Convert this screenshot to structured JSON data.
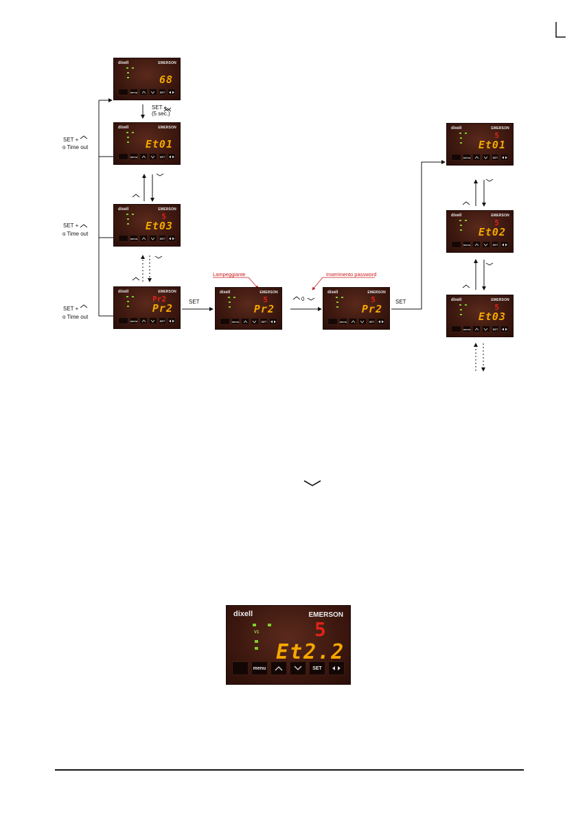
{
  "brand": {
    "logo": "dixell",
    "name": "EMERSON"
  },
  "keys": {
    "menu": "menu",
    "set": "SET"
  },
  "devices": [
    {
      "id": "start",
      "top": "",
      "main": "68"
    },
    {
      "id": "et01",
      "top": "",
      "main": "Et01"
    },
    {
      "id": "et03",
      "top": "5",
      "main": "Et03"
    },
    {
      "id": "pr2-a",
      "top": "Pr2",
      "main": "Pr2"
    },
    {
      "id": "pr2-b",
      "top": "5",
      "main": "Pr2"
    },
    {
      "id": "pr2-c",
      "top": "5",
      "main": "Pr2"
    },
    {
      "id": "r-et01",
      "top": "5",
      "main": "Et01"
    },
    {
      "id": "r-et02",
      "top": "5",
      "main": "Et02"
    },
    {
      "id": "r-et03",
      "top": "5",
      "main": "Et03"
    }
  ],
  "labels": {
    "set_down": "SET +",
    "five_sec": "(5 sec.)",
    "set_up": "SET +",
    "timeout": "o Time out",
    "set": "SET",
    "lampeggiante": "Lampeggiante",
    "inserimento": "Inserimento password",
    "zero": "0"
  },
  "big_device": {
    "top": "5",
    "main": "Et2.2",
    "led_v1": "V1",
    "keys": [
      "",
      "menu",
      "",
      "",
      "SET",
      ""
    ]
  },
  "colors": {
    "device_bg": "#3a160e",
    "main_digit": "#f5a800",
    "top_digit": "#e02418",
    "led": "#7fd12c",
    "annotation": "#c81818"
  }
}
